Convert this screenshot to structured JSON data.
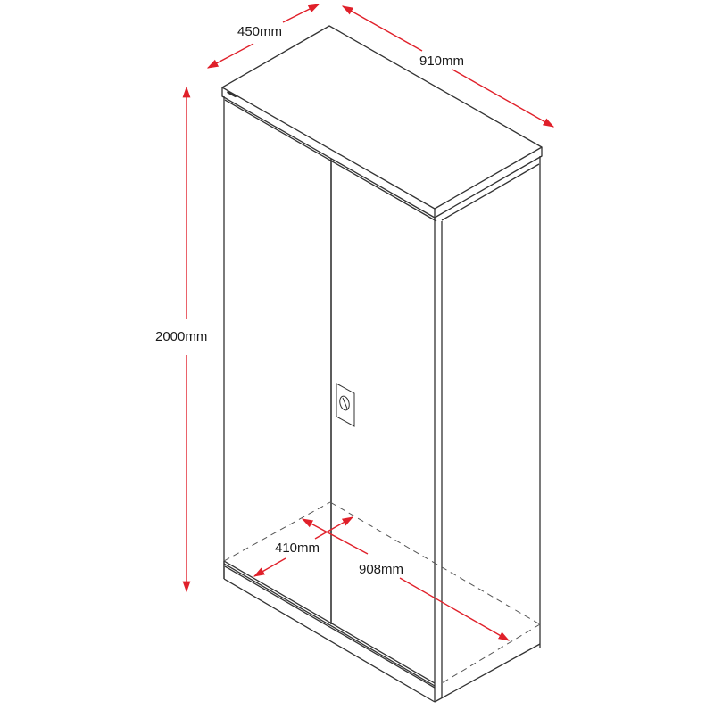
{
  "figure": {
    "type": "technical dimension drawing",
    "subject": "double-door steel storage cabinet, isometric view",
    "line_color": "#333333",
    "dimension_color": "#e0202a",
    "hidden_line_color": "#555555"
  },
  "dimensions": {
    "depth": {
      "label": "450mm"
    },
    "width": {
      "label": "910mm"
    },
    "height": {
      "label": "2000mm"
    },
    "internal_depth": {
      "label": "410mm"
    },
    "internal_width": {
      "label": "908mm"
    }
  }
}
